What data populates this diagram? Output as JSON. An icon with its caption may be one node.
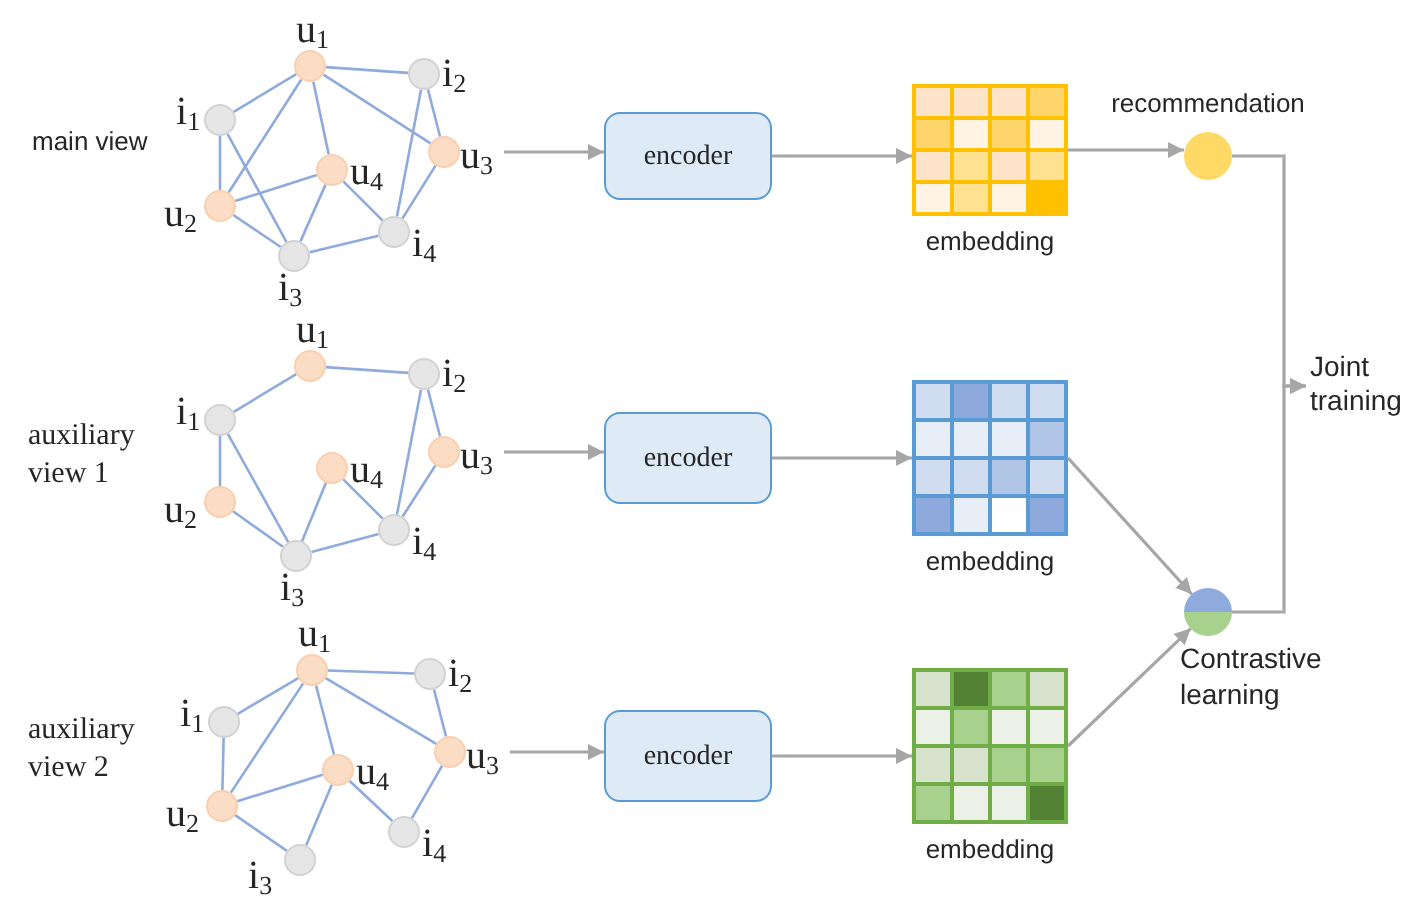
{
  "diagram": {
    "nodes": [
      {
        "text": [],
        "shape": "circle",
        "beside": [
          "u$_{1}$"
        ]
      },
      {
        "text": [],
        "shape": "circle",
        "beside": [
          "i$_{2}$"
        ]
      },
      {
        "text": [],
        "shape": "circle",
        "beside": [
          "i$_{1}$"
        ]
      },
      {
        "text": [],
        "shape": "circle",
        "beside": [
          "u$_{3}$"
        ]
      },
      {
        "text": [],
        "shape": "circle",
        "beside": [
          "u$_{4}$"
        ]
      },
      {
        "text": [],
        "shape": "circle",
        "beside": [
          "u$_{2}$"
        ]
      },
      {
        "text": [],
        "shape": "circle",
        "beside": [
          "i$_{4}$"
        ]
      },
      {
        "text": [],
        "shape": "circle",
        "beside": [
          "i$_{3}$"
        ]
      },
      {
        "text": [
          "encoder"
        ]
      },
      {
        "text": [
          "embedding"
        ]
      },
      {
        "text": [
          "recommendation"
        ]
      },
      {
        "text": [
          "Joint training"
        ]
      },
      {
        "text": [],
        "shape": "circle",
        "beside": [
          "u$_{1}$"
        ]
      },
      {
        "text": [],
        "shape": "circle",
        "beside": [
          "i$_{2}$"
        ]
      },
      {
        "text": [],
        "shape": "circle",
        "beside": [
          "i$_{1}$"
        ]
      },
      {
        "text": [],
        "shape": "circle",
        "beside": [
          "u$_{3}$"
        ]
      },
      {
        "text": [],
        "shape": "circle",
        "beside": [
          "u$_{4}$"
        ]
      },
      {
        "text": [],
        "shape": "circle",
        "beside": [
          "u$_{2}$"
        ]
      },
      {
        "text": [],
        "shape": "circle",
        "beside": [
          "i$_{4}$"
        ]
      },
      {
        "text": [],
        "shape": "circle",
        "beside": [
          "i$_{3}$"
        ]
      },
      {
        "text": [
          "encoder"
        ]
      },
      {
        "text": [
          "embedding"
        ]
      },
      {
        "text": [],
        "shape": "circle",
        "beside": [
          "u$_{1}$"
        ]
      },
      {
        "text": [],
        "shape": "circle",
        "beside": [
          "i$_{2}$"
        ]
      },
      {
        "text": [],
        "shape": "circle",
        "beside": [
          "i$_{1}$"
        ]
      },
      {
        "text": [],
        "shape": "circle",
        "beside": [
          "u$_{3}$"
        ]
      },
      {
        "text": [],
        "shape": "circle",
        "beside": [
          "u$_{4}$"
        ]
      },
      {
        "text": [],
        "shape": "circle",
        "beside": [
          "u$_{2}$"
        ]
      },
      {
        "text": [],
        "shape": "circle",
        "beside": [
          "i$_{4}$"
        ]
      },
      {
        "text": [],
        "shape": "circle",
        "beside": [
          "i$_{3}$"
        ]
      },
      {
        "text": [
          "encoder"
        ]
      },
      {
        "text": [
          "embedding"
        ]
      },
      {
        "text": [
          "Contrastive learning"
        ]
      }
    ],
    "edges": [
      {
        "from": 0,
        "to": 1,
        "arrow": "none"
      },
      {
        "from": 0,
        "to": 2,
        "arrow": "none"
      },
      {
        "from": 0,
        "to": 5,
        "arrow": "none"
      },
      {
        "from": 0,
        "to": 4,
        "arrow": "none"
      },
      {
        "from": 0,
        "to": 3,
        "arrow": "none"
      },
      {
        "from": 1,
        "to": 3,
        "arrow": "none"
      },
      {
        "from": 1,
        "to": 6,
        "arrow": "none"
      },
      {
        "from": 3,
        "to": 6,
        "arrow": "none"
      },
      {
        "from": 2,
        "to": 5,
        "arrow": "none"
      },
      {
        "from": 2,
        "to": 7,
        "arrow": "none"
      },
      {
        "from": 5,
        "to": 4,
        "arrow": "none"
      },
      {
        "from": 5,
        "to": 7,
        "arrow": "none"
      },
      {
        "from": 4,
        "to": 7,
        "arrow": "none"
      },
      {
        "from": 4,
        "to": 6,
        "arrow": "none"
      },
      {
        "from": 7,
        "to": 6,
        "arrow": "none"
      },
      {
        "from": 12,
        "to": 13,
        "arrow": "none"
      },
      {
        "from": 12,
        "to": 14,
        "arrow": "none"
      },
      {
        "from": 14,
        "to": 17,
        "arrow": "none"
      },
      {
        "from": 14,
        "to": 19,
        "arrow": "none"
      },
      {
        "from": 17,
        "to": 19,
        "arrow": "none"
      },
      {
        "from": 13,
        "to": 18,
        "arrow": "none"
      },
      {
        "from": 13,
        "to": 15,
        "arrow": "none"
      },
      {
        "from": 15,
        "to": 18,
        "arrow": "none"
      },
      {
        "from": 16,
        "to": 19,
        "arrow": "none"
      },
      {
        "from": 16,
        "to": 18,
        "arrow": "none"
      },
      {
        "from": 19,
        "to": 18,
        "arrow": "none"
      },
      {
        "from": 22,
        "to": 24,
        "arrow": "none"
      },
      {
        "from": 22,
        "to": 27,
        "arrow": "none"
      },
      {
        "from": 22,
        "to": 26,
        "arrow": "none"
      },
      {
        "from": 22,
        "to": 25,
        "arrow": "none"
      },
      {
        "from": 22,
        "to": 23,
        "arrow": "none"
      },
      {
        "from": 23,
        "to": 25,
        "arrow": "none"
      },
      {
        "from": 25,
        "to": 28,
        "arrow": "none"
      },
      {
        "from": 24,
        "to": 27,
        "arrow": "none"
      },
      {
        "from": 27,
        "to": 26,
        "arrow": "none"
      },
      {
        "from": 27,
        "to": 29,
        "arrow": "none"
      },
      {
        "from": 26,
        "to": 29,
        "arrow": "none"
      },
      {
        "from": 26,
        "to": 28,
        "arrow": "none"
      },
      {
        "from": 3,
        "to": 8,
        "arrow": "to",
        "color": "#a6a6a6"
      },
      {
        "from": 8,
        "to": 9,
        "arrow": "to",
        "color": "#a6a6a6"
      },
      {
        "from": 9,
        "to": 10,
        "arrow": "to",
        "color": "#a6a6a6"
      },
      {
        "from": 10,
        "to": 11,
        "arrow": "to",
        "color": "#a6a6a6"
      },
      {
        "from": 15,
        "to": 20,
        "arrow": "to",
        "color": "#a6a6a6"
      },
      {
        "from": 20,
        "to": 21,
        "arrow": "to",
        "color": "#a6a6a6"
      },
      {
        "from": 21,
        "to": 32,
        "arrow": "to",
        "color": "#a6a6a6"
      },
      {
        "from": 25,
        "to": 30,
        "arrow": "to",
        "color": "#a6a6a6"
      },
      {
        "from": 30,
        "to": 31,
        "arrow": "to",
        "color": "#a6a6a6"
      },
      {
        "from": 31,
        "to": 32,
        "arrow": "to",
        "color": "#a6a6a6"
      },
      {
        "from": 32,
        "to": 11,
        "arrow": "to",
        "color": "#a6a6a6"
      }
    ],
    "labels": [
      "main view",
      "auxiliary view 1",
      "auxiliary view 2"
    ]
  }
}
